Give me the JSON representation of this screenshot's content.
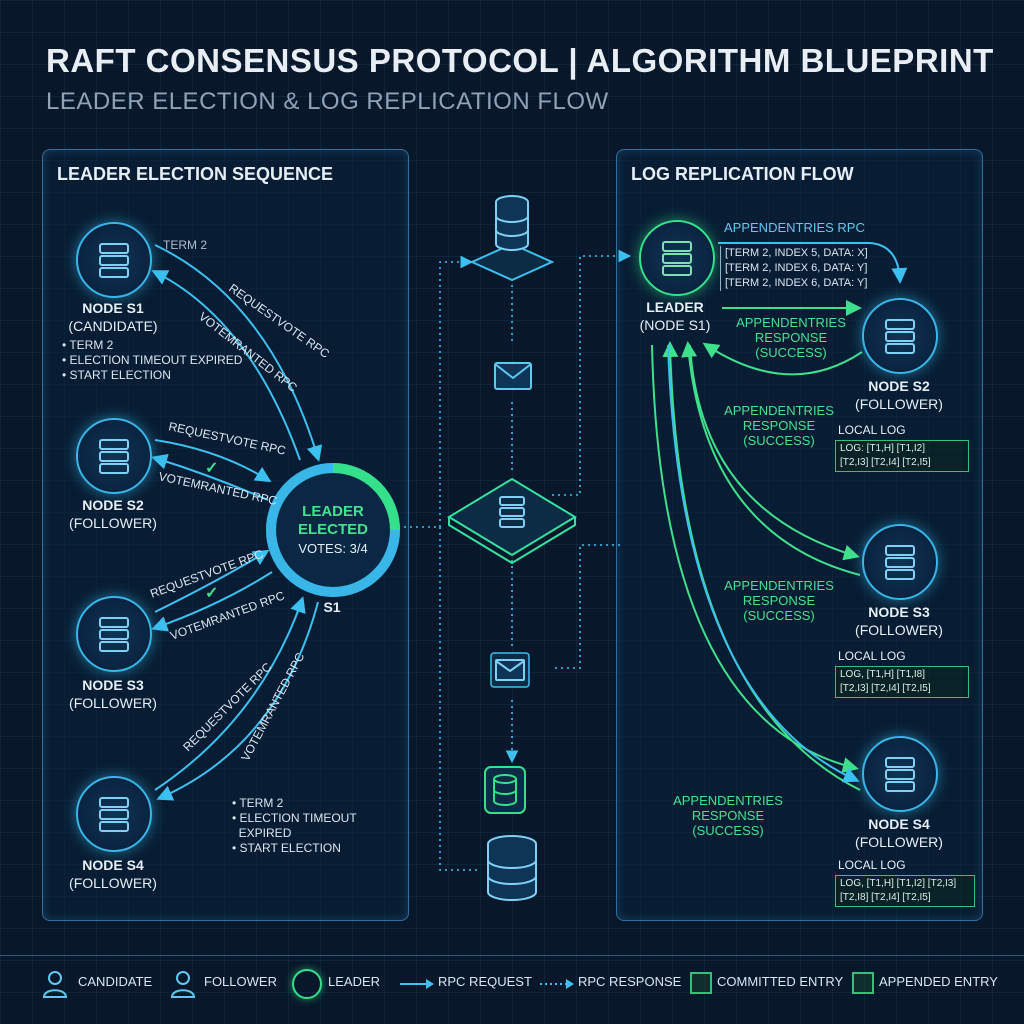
{
  "header": {
    "title": "RAFT CONSENSUS PROTOCOL | ALGORITHM BLUEPRINT",
    "subtitle": "LEADER ELECTION & LOG REPLICATION FLOW"
  },
  "election": {
    "panel_title": "LEADER ELECTION SEQUENCE",
    "term_label": "TERM 2",
    "nodes": [
      {
        "name": "NODE S1",
        "role": "(CANDIDATE)"
      },
      {
        "name": "NODE S2",
        "role": "(FOLLOWER)"
      },
      {
        "name": "NODE S3",
        "role": "(FOLLOWER)"
      },
      {
        "name": "NODE S4",
        "role": "(FOLLOWER)"
      }
    ],
    "s1_notes": [
      "TERM 2",
      "ELECTION TIMEOUT EXPIRED",
      "START ELECTION"
    ],
    "s4_notes": [
      "TERM 2",
      "ELECTION TIMEOUT",
      "EXPIRED",
      "START ELECTION"
    ],
    "rpc_request": "REQUESTVOTE RPC",
    "rpc_response": "VOTEMRANTED RPC",
    "center": {
      "line1": "LEADER",
      "line2": "ELECTED",
      "votes": "VOTES: 3/4",
      "id": "S1"
    }
  },
  "replication": {
    "panel_title": "LOG REPLICATION FLOW",
    "rpc_title": "APPENDENTRIES RPC",
    "entries": [
      "[TERM 2, INDEX 5, DATA: X]",
      "[TERM 2, INDEX 6, DATA: Y]",
      "[TERM 2, INDEX 6, DATA: Y]"
    ],
    "leader": {
      "name": "LEADER",
      "role": "(NODE S1)"
    },
    "followers": [
      {
        "name": "NODE S2",
        "role": "(FOLLOWER)",
        "log_label": "LOCAL LOG",
        "log_line1": "LOG: [T1,H] [T1,I2]",
        "log_line2": "[T2,I3] [T2,I4] [T2,I5]"
      },
      {
        "name": "NODE S3",
        "role": "(FOLLOWER)",
        "log_label": "LOCAL LOG",
        "log_line1": "LOG, [T1,H] [T1,I8]",
        "log_line2": "[T2,I3] [T2,I4] [T2,I5]"
      },
      {
        "name": "NODE S4",
        "role": "(FOLLOWER)",
        "log_label": "LOCAL LOG",
        "log_line1": "LOG, [T1,H] [T1,I2] [T2,I3]",
        "log_line2": "[T2,I8] [T2,I4] [T2,I5]"
      }
    ],
    "response": {
      "line1": "APPENDENTRIES",
      "line2": "RESPONSE",
      "line3": "(SUCCESS)"
    }
  },
  "legend": {
    "candidate": "CANDIDATE",
    "follower": "FOLLOWER",
    "leader": "LEADER",
    "rpc_request": "RPC REQUEST",
    "rpc_response": "RPC RESPONSE",
    "committed": "COMMITTED ENTRY",
    "appended": "APPENDED ENTRY"
  },
  "colors": {
    "cyan": "#39b6e8",
    "green": "#35e08a",
    "background": "#08182a"
  },
  "icons": [
    "server-icon",
    "database-icon",
    "envelope-icon",
    "checkmark-icon",
    "user-icon"
  ]
}
